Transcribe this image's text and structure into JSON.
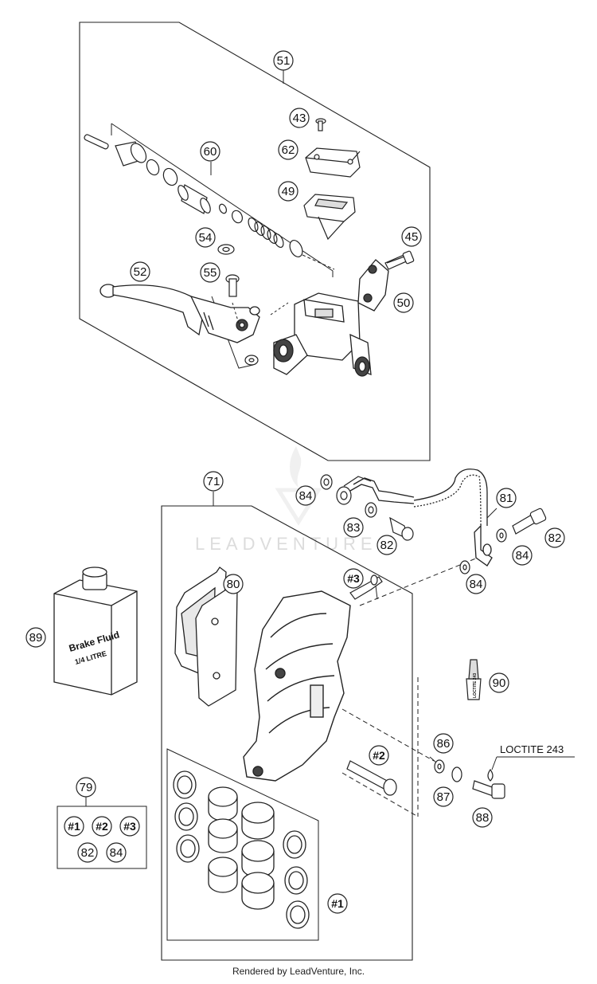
{
  "watermark": {
    "text": "LEADVENTURE"
  },
  "footer": {
    "text": "Rendered by LeadVenture, Inc."
  },
  "bottle": {
    "line1": "Brake Fluid",
    "line2": "1/4 LITRE"
  },
  "tube": {
    "text": "LOCTITE 243"
  },
  "note": {
    "text": "LOCTITE 243"
  },
  "callouts": {
    "c51": "51",
    "c43": "43",
    "c62": "62",
    "c49": "49",
    "c60": "60",
    "c54": "54",
    "c45": "45",
    "c52": "52",
    "c55": "55",
    "c50": "50",
    "c71": "71",
    "c81": "81",
    "c84a": "84",
    "c83": "83",
    "c82a": "82",
    "c82b": "82",
    "c84b": "84",
    "c84c": "84",
    "c80": "80",
    "c3a": "#3",
    "c89": "89",
    "c90": "90",
    "c86": "86",
    "c2a": "#2",
    "c87": "87",
    "c88": "88",
    "c79": "79",
    "c1a": "#1",
    "c2b": "#2",
    "c3b": "#3",
    "c82c": "82",
    "c84d": "84",
    "c1b": "#1"
  }
}
